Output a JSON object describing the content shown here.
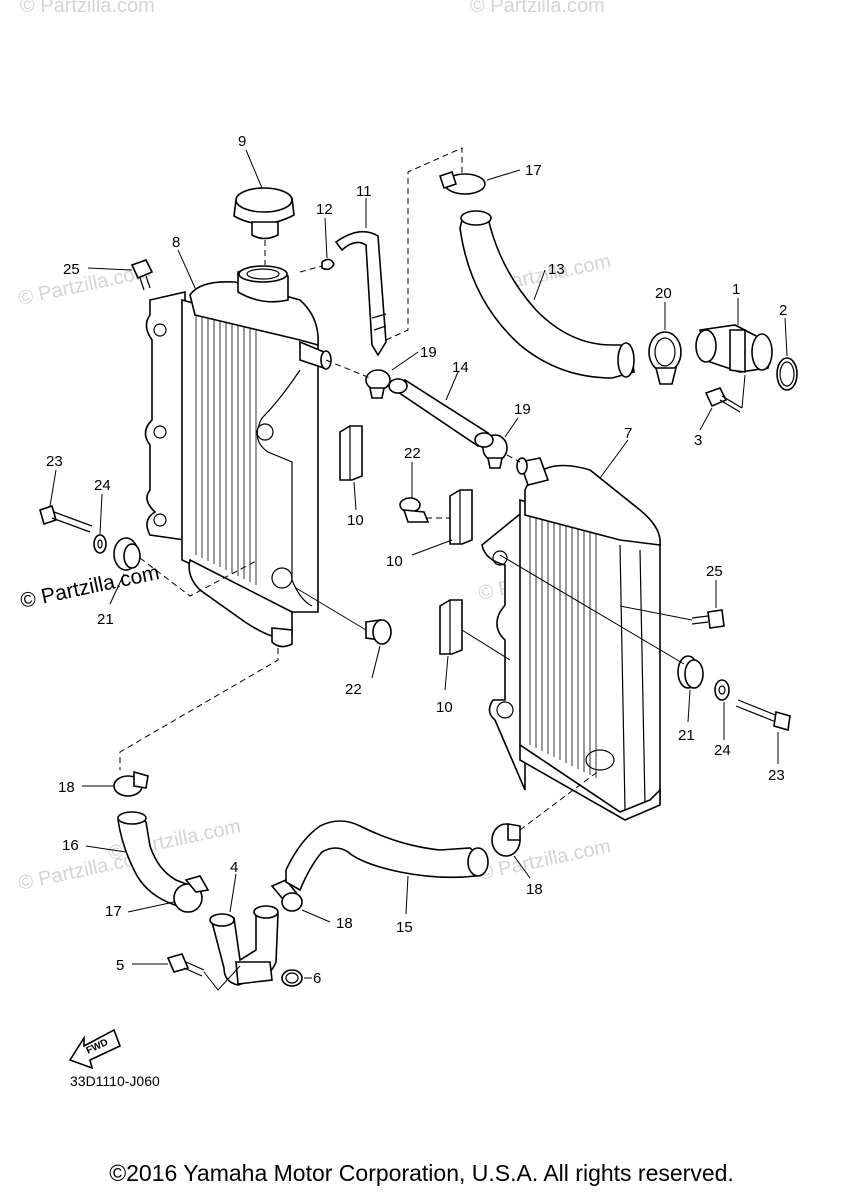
{
  "watermark": {
    "site": "© Partzilla.com",
    "faint_color": "#d4d4d4"
  },
  "labels": {
    "p1": "1",
    "p2": "2",
    "p3": "3",
    "p4": "4",
    "p5": "5",
    "p6": "6",
    "p7": "7",
    "p8": "8",
    "p9": "9",
    "p10a": "10",
    "p10b": "10",
    "p10c": "10",
    "p11": "11",
    "p12": "12",
    "p13": "13",
    "p14": "14",
    "p15": "15",
    "p16": "16",
    "p17a": "17",
    "p17b": "17",
    "p18a": "18",
    "p18b": "18",
    "p18c": "18",
    "p19a": "19",
    "p19b": "19",
    "p20": "20",
    "p21a": "21",
    "p21b": "21",
    "p22a": "22",
    "p22b": "22",
    "p23a": "23",
    "p23b": "23",
    "p24a": "24",
    "p24b": "24",
    "p25a": "25",
    "p25b": "25"
  },
  "fwd_label": "FWD",
  "diagram_code": "33D1110-J060",
  "copyright": "©2016 Yamaha Motor Corporation, U.S.A. All rights reserved."
}
